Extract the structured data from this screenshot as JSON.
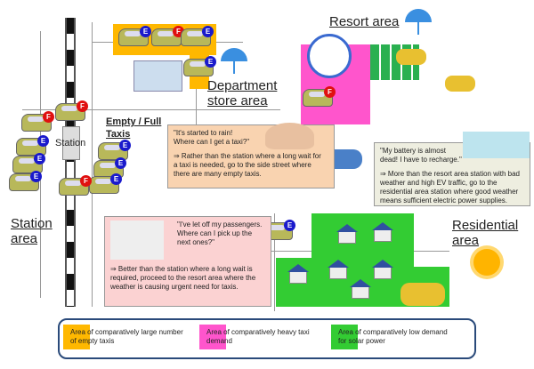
{
  "labels": {
    "department": "Department",
    "department2": "store area",
    "resort": "Resort area",
    "residential": "Residential",
    "residential2": "area",
    "station": "Station",
    "station2": "area",
    "station_building": "Station",
    "empty_full": "Empty / Full",
    "empty_full2": "Taxis"
  },
  "bubbles": {
    "department": {
      "quote1": "\"It's started to rain!",
      "quote2": "Where can I get a taxi?\"",
      "advice": "⇒ Rather than the station where a long wait for a taxi is needed, go to the side street where there are many empty taxis."
    },
    "resort": {
      "quote1": "\"My battery is almost",
      "quote2": "dead! I have to recharge.\"",
      "advice": "⇒ More than the resort area station with bad weather and high EV traffic, go to the residential area station where good weather means sufficient electric power supplies."
    },
    "driver": {
      "quote": "\"I've let off my passengers. Where can I pick up the next ones?\"",
      "advice": "⇒ Better than the station where a long wait is required, proceed to the resort area where the weather is causing urgent need for taxis."
    }
  },
  "badges": {
    "empty": "E",
    "full": "F"
  },
  "legend": [
    {
      "text": "Area of comparatively large number of empty taxis",
      "color": "#ffb800"
    },
    {
      "text": "Area of comparatively heavy taxi demand",
      "color": "#ff55cc"
    },
    {
      "text": "Area of comparatively low demand for solar power",
      "color": "#33cc33"
    }
  ]
}
